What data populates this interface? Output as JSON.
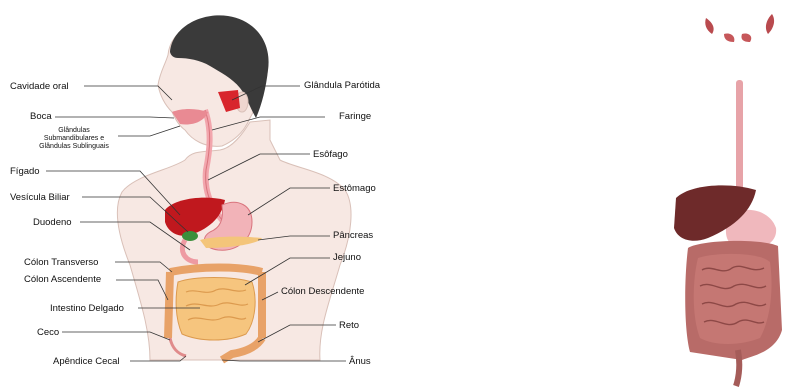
{
  "labels_left": [
    {
      "id": "cavidade-oral",
      "text": "Cavidade oral"
    },
    {
      "id": "boca",
      "text": "Boca"
    },
    {
      "id": "glandulas-sub",
      "lines": [
        "Glândulas",
        "Submandibulares e",
        "Glândulas Sublinguais"
      ]
    },
    {
      "id": "figado",
      "text": "Fígado"
    },
    {
      "id": "vesicula",
      "text": "Vesícula Biliar"
    },
    {
      "id": "duodeno",
      "text": "Duodeno"
    },
    {
      "id": "colon-transverso",
      "text": "Cólon Transverso"
    },
    {
      "id": "colon-ascendente",
      "text": "Cólon Ascendente"
    },
    {
      "id": "intestino-delgado",
      "text": "Intestino Delgado"
    },
    {
      "id": "ceco",
      "text": "Ceco"
    },
    {
      "id": "apendice",
      "text": "Apêndice Cecal"
    }
  ],
  "labels_right": [
    {
      "id": "parotida",
      "text": "Glândula Parótida"
    },
    {
      "id": "faringe",
      "text": "Faringe"
    },
    {
      "id": "esofago",
      "text": "Esôfago"
    },
    {
      "id": "estomago",
      "text": "Estômago"
    },
    {
      "id": "pancreas",
      "text": "Pâncreas"
    },
    {
      "id": "jejuno",
      "text": "Jejuno"
    },
    {
      "id": "colon-descendente",
      "text": "Cólon Descendente"
    },
    {
      "id": "reto",
      "text": "Reto"
    },
    {
      "id": "anus",
      "text": "Ânus"
    }
  ],
  "colors": {
    "skin": "#f7e8e3",
    "skin_edge": "#d9c0b8",
    "hair": "#3a3a3a",
    "liver": "#c0181e",
    "stomach": "#f2b3b8",
    "small_intestine": "#f6c57e",
    "colon": "#e8a268",
    "organ3d_liver": "#6e2a2a",
    "organ3d_intestine": "#b86b68"
  }
}
